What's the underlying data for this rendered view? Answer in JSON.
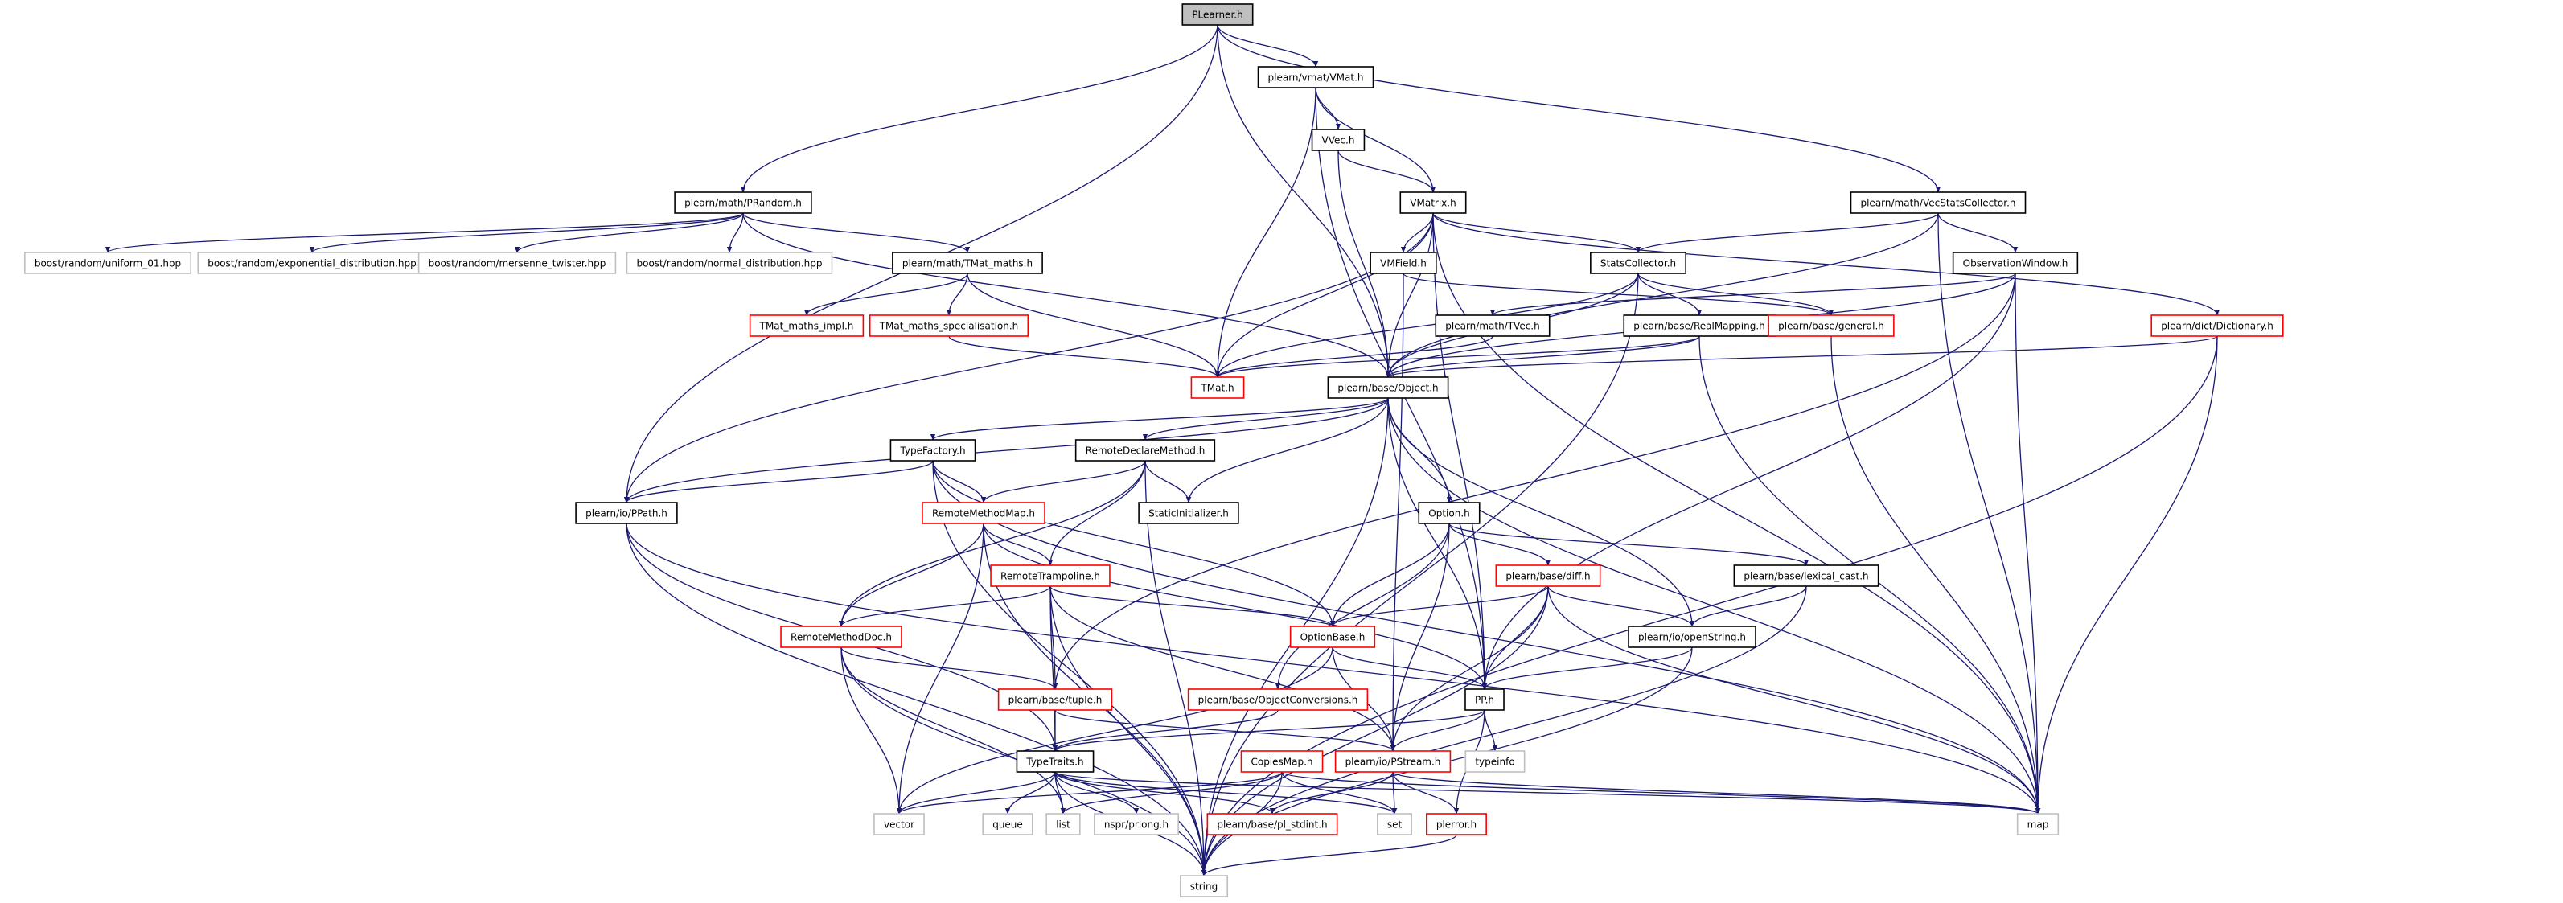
{
  "colors": {
    "edge": "#191970",
    "box_normal": "#000000",
    "box_truncated": "#ff0000",
    "box_external": "#bfbfbf",
    "root_fill": "#bfbfbf",
    "fill": "#ffffff"
  },
  "nodes": [
    {
      "id": "plearner",
      "label": "PLearner.h",
      "kind": "root"
    },
    {
      "id": "vmat",
      "label": "plearn/vmat/VMat.h",
      "kind": "normal"
    },
    {
      "id": "vvec",
      "label": "VVec.h",
      "kind": "normal"
    },
    {
      "id": "vmatrix",
      "label": "VMatrix.h",
      "kind": "normal"
    },
    {
      "id": "prandom",
      "label": "plearn/math/PRandom.h",
      "kind": "normal"
    },
    {
      "id": "vecstats",
      "label": "plearn/math/VecStatsCollector.h",
      "kind": "normal"
    },
    {
      "id": "uniform01",
      "label": "boost/random/uniform_01.hpp",
      "kind": "external"
    },
    {
      "id": "expdist",
      "label": "boost/random/exponential_distribution.hpp",
      "kind": "external"
    },
    {
      "id": "mersenne",
      "label": "boost/random/mersenne_twister.hpp",
      "kind": "external"
    },
    {
      "id": "normdist",
      "label": "boost/random/normal_distribution.hpp",
      "kind": "external"
    },
    {
      "id": "tmatmaths",
      "label": "plearn/math/TMat_maths.h",
      "kind": "normal"
    },
    {
      "id": "vmfield",
      "label": "VMField.h",
      "kind": "normal"
    },
    {
      "id": "statscollector",
      "label": "StatsCollector.h",
      "kind": "normal"
    },
    {
      "id": "obswindow",
      "label": "ObservationWindow.h",
      "kind": "normal"
    },
    {
      "id": "tmatimpl",
      "label": "TMat_maths_impl.h",
      "kind": "truncated"
    },
    {
      "id": "tmatspec",
      "label": "TMat_maths_specialisation.h",
      "kind": "truncated"
    },
    {
      "id": "tvec",
      "label": "plearn/math/TVec.h",
      "kind": "normal"
    },
    {
      "id": "realmapping",
      "label": "plearn/base/RealMapping.h",
      "kind": "normal"
    },
    {
      "id": "general",
      "label": "plearn/base/general.h",
      "kind": "truncated"
    },
    {
      "id": "dictionary",
      "label": "plearn/dict/Dictionary.h",
      "kind": "truncated"
    },
    {
      "id": "tmat",
      "label": "TMat.h",
      "kind": "truncated"
    },
    {
      "id": "object",
      "label": "plearn/base/Object.h",
      "kind": "normal"
    },
    {
      "id": "typefactory",
      "label": "TypeFactory.h",
      "kind": "normal"
    },
    {
      "id": "remotedeclare",
      "label": "RemoteDeclareMethod.h",
      "kind": "normal"
    },
    {
      "id": "ppath",
      "label": "plearn/io/PPath.h",
      "kind": "normal"
    },
    {
      "id": "remotemethodmap",
      "label": "RemoteMethodMap.h",
      "kind": "truncated"
    },
    {
      "id": "staticinit",
      "label": "StaticInitializer.h",
      "kind": "normal"
    },
    {
      "id": "option",
      "label": "Option.h",
      "kind": "normal"
    },
    {
      "id": "remotetrampoline",
      "label": "RemoteTrampoline.h",
      "kind": "truncated"
    },
    {
      "id": "diff",
      "label": "plearn/base/diff.h",
      "kind": "truncated"
    },
    {
      "id": "lexicalcast",
      "label": "plearn/base/lexical_cast.h",
      "kind": "normal"
    },
    {
      "id": "remotemethoddoc",
      "label": "RemoteMethodDoc.h",
      "kind": "truncated"
    },
    {
      "id": "optionbase",
      "label": "OptionBase.h",
      "kind": "truncated"
    },
    {
      "id": "openstring",
      "label": "plearn/io/openString.h",
      "kind": "normal"
    },
    {
      "id": "tuple",
      "label": "plearn/base/tuple.h",
      "kind": "truncated"
    },
    {
      "id": "objconv",
      "label": "plearn/base/ObjectConversions.h",
      "kind": "truncated"
    },
    {
      "id": "pp",
      "label": "PP.h",
      "kind": "normal"
    },
    {
      "id": "typetraits",
      "label": "TypeTraits.h",
      "kind": "normal"
    },
    {
      "id": "copiesmap",
      "label": "CopiesMap.h",
      "kind": "truncated"
    },
    {
      "id": "pstream",
      "label": "plearn/io/PStream.h",
      "kind": "truncated"
    },
    {
      "id": "typeinfo",
      "label": "typeinfo",
      "kind": "external"
    },
    {
      "id": "vector",
      "label": "vector",
      "kind": "external"
    },
    {
      "id": "queue",
      "label": "queue",
      "kind": "external"
    },
    {
      "id": "list",
      "label": "list",
      "kind": "external"
    },
    {
      "id": "nspr",
      "label": "nspr/prlong.h",
      "kind": "external"
    },
    {
      "id": "plstdint",
      "label": "plearn/base/pl_stdint.h",
      "kind": "truncated"
    },
    {
      "id": "set",
      "label": "set",
      "kind": "external"
    },
    {
      "id": "plerror",
      "label": "plerror.h",
      "kind": "truncated"
    },
    {
      "id": "map",
      "label": "map",
      "kind": "external"
    },
    {
      "id": "string",
      "label": "string",
      "kind": "external"
    }
  ],
  "edges": [
    [
      "plearner",
      "vmat"
    ],
    [
      "plearner",
      "prandom"
    ],
    [
      "plearner",
      "vecstats"
    ],
    [
      "plearner",
      "object"
    ],
    [
      "plearner",
      "ppath"
    ],
    [
      "vmat",
      "vvec"
    ],
    [
      "vmat",
      "vmatrix"
    ],
    [
      "vmat",
      "tmat"
    ],
    [
      "vmat",
      "pp"
    ],
    [
      "vvec",
      "vmatrix"
    ],
    [
      "vvec",
      "object"
    ],
    [
      "prandom",
      "uniform01"
    ],
    [
      "prandom",
      "expdist"
    ],
    [
      "prandom",
      "mersenne"
    ],
    [
      "prandom",
      "normdist"
    ],
    [
      "prandom",
      "tmatmaths"
    ],
    [
      "prandom",
      "object"
    ],
    [
      "tmatmaths",
      "tmatimpl"
    ],
    [
      "tmatmaths",
      "tmatspec"
    ],
    [
      "tmatmaths",
      "tmat"
    ],
    [
      "tmatspec",
      "tmat"
    ],
    [
      "vmatrix",
      "vmfield"
    ],
    [
      "vmatrix",
      "statscollector"
    ],
    [
      "vmatrix",
      "object"
    ],
    [
      "vmatrix",
      "tmat"
    ],
    [
      "vmatrix",
      "ppath"
    ],
    [
      "vmatrix",
      "dictionary"
    ],
    [
      "vmatrix",
      "pp"
    ],
    [
      "vmatrix",
      "map"
    ],
    [
      "vmfield",
      "general"
    ],
    [
      "vmfield",
      "pstream"
    ],
    [
      "vecstats",
      "statscollector"
    ],
    [
      "vecstats",
      "obswindow"
    ],
    [
      "vecstats",
      "object"
    ],
    [
      "vecstats",
      "map"
    ],
    [
      "statscollector",
      "realmapping"
    ],
    [
      "statscollector",
      "general"
    ],
    [
      "statscollector",
      "object"
    ],
    [
      "statscollector",
      "tmat"
    ],
    [
      "statscollector",
      "string"
    ],
    [
      "obswindow",
      "tvec"
    ],
    [
      "obswindow",
      "object"
    ],
    [
      "obswindow",
      "tuple"
    ],
    [
      "obswindow",
      "pp"
    ],
    [
      "obswindow",
      "map"
    ],
    [
      "tvec",
      "tmat"
    ],
    [
      "realmapping",
      "object"
    ],
    [
      "realmapping",
      "tmat"
    ],
    [
      "realmapping",
      "map"
    ],
    [
      "general",
      "map"
    ],
    [
      "dictionary",
      "object"
    ],
    [
      "dictionary",
      "map"
    ],
    [
      "dictionary",
      "string"
    ],
    [
      "object",
      "typefactory"
    ],
    [
      "object",
      "remotedeclare"
    ],
    [
      "object",
      "staticinit"
    ],
    [
      "object",
      "option"
    ],
    [
      "object",
      "pp"
    ],
    [
      "object",
      "ppath"
    ],
    [
      "object",
      "openstring"
    ],
    [
      "object",
      "map"
    ],
    [
      "object",
      "string"
    ],
    [
      "typefactory",
      "ppath"
    ],
    [
      "typefactory",
      "remotemethodmap"
    ],
    [
      "typefactory",
      "optionbase"
    ],
    [
      "typefactory",
      "string"
    ],
    [
      "typefactory",
      "map"
    ],
    [
      "remotedeclare",
      "remotemethodmap"
    ],
    [
      "remotedeclare",
      "remotetrampoline"
    ],
    [
      "remotedeclare",
      "remotemethoddoc"
    ],
    [
      "remotedeclare",
      "staticinit"
    ],
    [
      "remotedeclare",
      "string"
    ],
    [
      "ppath",
      "typetraits"
    ],
    [
      "ppath",
      "string"
    ],
    [
      "ppath",
      "map"
    ],
    [
      "remotemethodmap",
      "remotetrampoline"
    ],
    [
      "remotemethodmap",
      "remotemethoddoc"
    ],
    [
      "remotemethodmap",
      "pp"
    ],
    [
      "remotemethodmap",
      "vector"
    ],
    [
      "remotemethodmap",
      "string"
    ],
    [
      "option",
      "optionbase"
    ],
    [
      "option",
      "diff"
    ],
    [
      "option",
      "lexicalcast"
    ],
    [
      "option",
      "objconv"
    ],
    [
      "option",
      "pstream"
    ],
    [
      "remotetrampoline",
      "remotemethoddoc"
    ],
    [
      "remotetrampoline",
      "tuple"
    ],
    [
      "remotetrampoline",
      "typetraits"
    ],
    [
      "remotetrampoline",
      "pstream"
    ],
    [
      "remotetrampoline",
      "optionbase"
    ],
    [
      "remotetrampoline",
      "string"
    ],
    [
      "diff",
      "optionbase"
    ],
    [
      "diff",
      "openstring"
    ],
    [
      "diff",
      "pp"
    ],
    [
      "diff",
      "pstream"
    ],
    [
      "diff",
      "map"
    ],
    [
      "diff",
      "string"
    ],
    [
      "lexicalcast",
      "openstring"
    ],
    [
      "lexicalcast",
      "string"
    ],
    [
      "remotemethoddoc",
      "tuple"
    ],
    [
      "remotemethoddoc",
      "list"
    ],
    [
      "remotemethoddoc",
      "vector"
    ],
    [
      "remotemethoddoc",
      "string"
    ],
    [
      "optionbase",
      "pp"
    ],
    [
      "optionbase",
      "pstream"
    ],
    [
      "optionbase",
      "vector"
    ],
    [
      "openstring",
      "pp"
    ],
    [
      "openstring",
      "string"
    ],
    [
      "tuple",
      "typetraits"
    ],
    [
      "tuple",
      "pstream"
    ],
    [
      "objconv",
      "typetraits"
    ],
    [
      "pp",
      "typetraits"
    ],
    [
      "pp",
      "typeinfo"
    ],
    [
      "pp",
      "pstream"
    ],
    [
      "pp",
      "plerror"
    ],
    [
      "typetraits",
      "vector"
    ],
    [
      "typetraits",
      "queue"
    ],
    [
      "typetraits",
      "list"
    ],
    [
      "typetraits",
      "nspr"
    ],
    [
      "typetraits",
      "plstdint"
    ],
    [
      "typetraits",
      "set"
    ],
    [
      "typetraits",
      "map"
    ],
    [
      "typetraits",
      "string"
    ],
    [
      "copiesmap",
      "map"
    ],
    [
      "copiesmap",
      "vector"
    ],
    [
      "copiesmap",
      "set"
    ],
    [
      "copiesmap",
      "list"
    ],
    [
      "copiesmap",
      "string"
    ],
    [
      "pstream",
      "plstdint"
    ],
    [
      "pstream",
      "set"
    ],
    [
      "pstream",
      "plerror"
    ],
    [
      "pstream",
      "map"
    ],
    [
      "plerror",
      "string"
    ]
  ]
}
